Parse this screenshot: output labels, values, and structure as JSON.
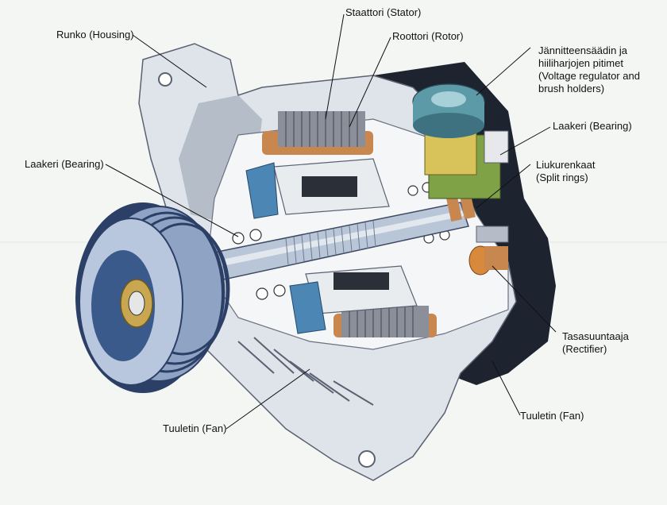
{
  "labels": {
    "stator": "Staattori (Stator)",
    "rotor": "Roottori (Rotor)",
    "housing": "Runko (Housing)",
    "voltage_regulator": [
      "Jännitteensäädin ja",
      "hiiliharjojen pitimet",
      "(Voltage regulator and",
      "brush holders)"
    ],
    "bearing_right": "Laakeri (Bearing)",
    "split_rings": [
      "Liukurenkaat",
      "(Split rings)"
    ],
    "bearing_left": "Laakeri (Bearing)",
    "rectifier": [
      "Tasasuuntaaja",
      "(Rectifier)"
    ],
    "fan_left": "Tuuletin (Fan)",
    "fan_right": "Tuuletin (Fan)"
  },
  "colors": {
    "housing": "#dfe3ea",
    "housing_shade": "#9aa3b3",
    "dark": "#1d2430",
    "pulley": "#8fa4c4",
    "pulley_dark": "#2c3f66",
    "stator_copper": "#c7874f",
    "shaft": "#b9c6d8",
    "regulator_teal": "#5c9aa8",
    "regulator_green": "#7fa247",
    "regulator_yellow": "#d8c25a",
    "bearing_blue": "#4c86b5"
  }
}
